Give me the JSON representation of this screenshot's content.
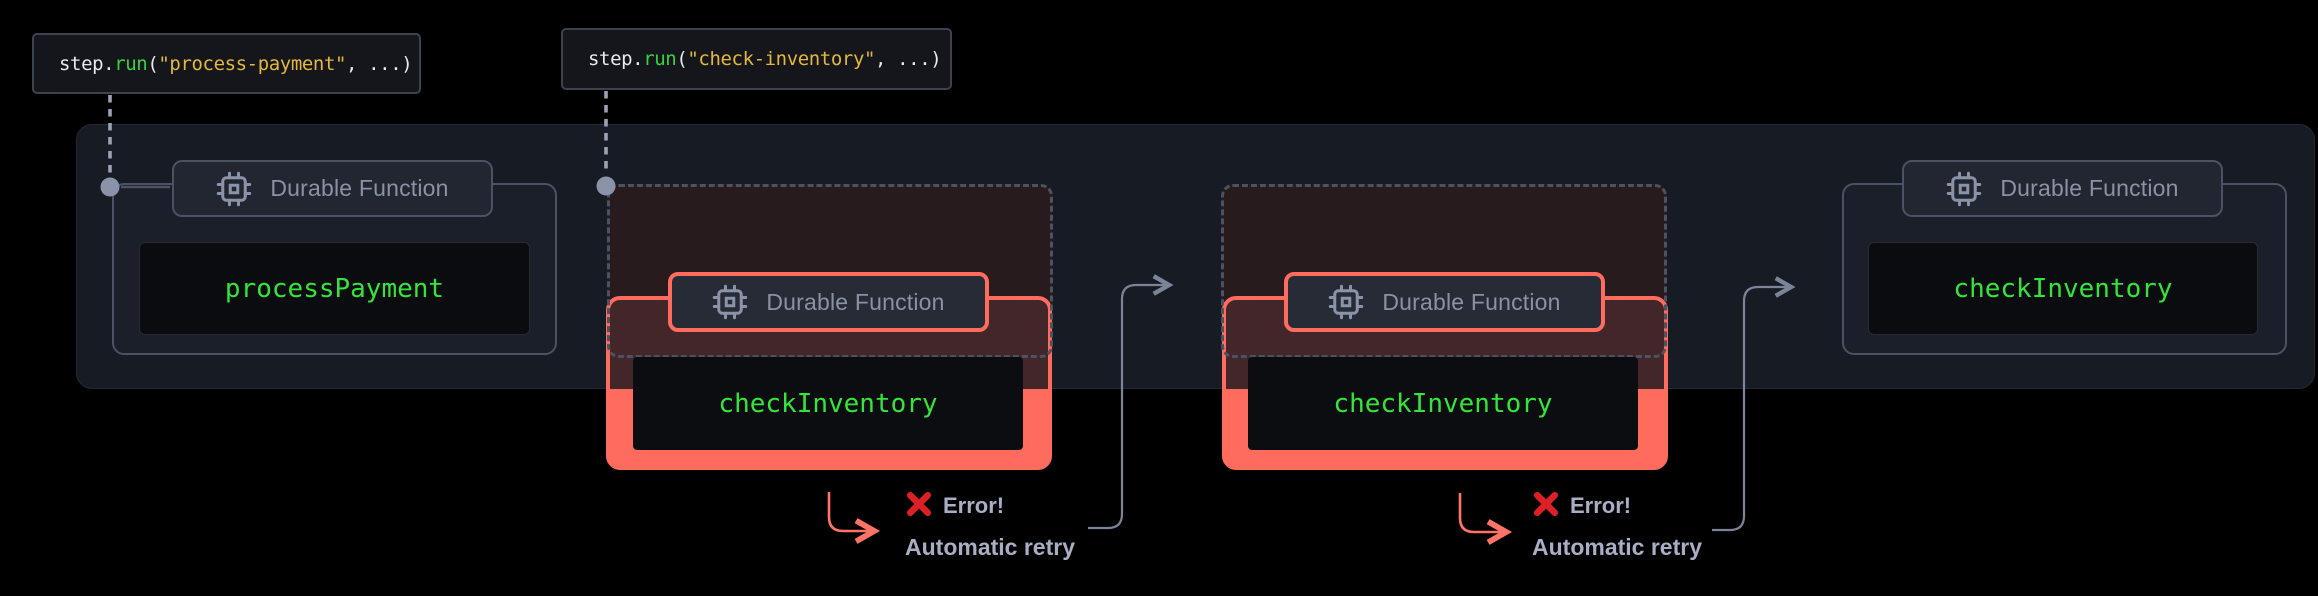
{
  "callouts": [
    {
      "segments": [
        "step.",
        "run",
        "(",
        "\"process-payment\"",
        ", ...)"
      ]
    },
    {
      "segments": [
        "step.",
        "run",
        "(",
        "\"check-inventory\"",
        ", ...)"
      ]
    }
  ],
  "units": [
    {
      "badge_label": "Durable Function",
      "function_name": "processPayment",
      "status": "success"
    },
    {
      "badge_label": "Durable Function",
      "function_name": "checkInventory",
      "status": "error"
    },
    {
      "badge_label": "Durable Function",
      "function_name": "checkInventory",
      "status": "error"
    },
    {
      "badge_label": "Durable Function",
      "function_name": "checkInventory",
      "status": "success"
    }
  ],
  "error_labels": [
    {
      "error_text": "Error!",
      "retry_text": "Automatic retry"
    },
    {
      "error_text": "Error!",
      "retry_text": "Automatic retry"
    }
  ],
  "icons": {
    "badge": "cpu-icon",
    "error": "x-icon",
    "connector": "circle-node-icon"
  },
  "colors": {
    "background": "#000000",
    "lane": "#171b23",
    "card_border": "#4a5263",
    "badge_text": "#8a92a6",
    "function_green": "#35e43a",
    "code_plain": "#e6e9ee",
    "code_fn_green": "#38d33c",
    "code_string_gold": "#e4b83a",
    "error_salmon": "#ff6b5c",
    "error_x_red": "#dc2026",
    "label_gray": "#a8afc4",
    "arrow_gray": "#7b8499"
  }
}
